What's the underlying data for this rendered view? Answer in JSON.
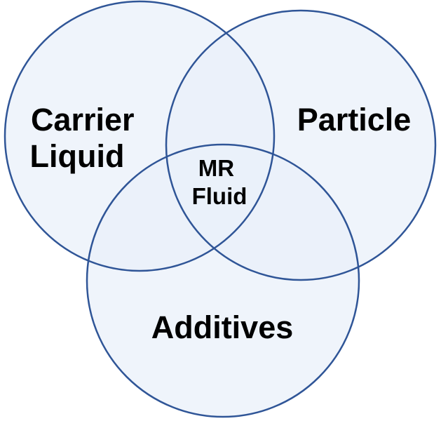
{
  "diagram": {
    "type": "venn",
    "fill_color": "#eaf0fa",
    "stroke_color": "#2f5597",
    "sets": [
      {
        "label_lines": [
          "Carrier",
          "Liquid"
        ]
      },
      {
        "label_lines": [
          "Particle"
        ]
      },
      {
        "label_lines": [
          "Additives"
        ]
      }
    ],
    "center": {
      "label_lines": [
        "MR",
        "Fluid"
      ]
    }
  }
}
